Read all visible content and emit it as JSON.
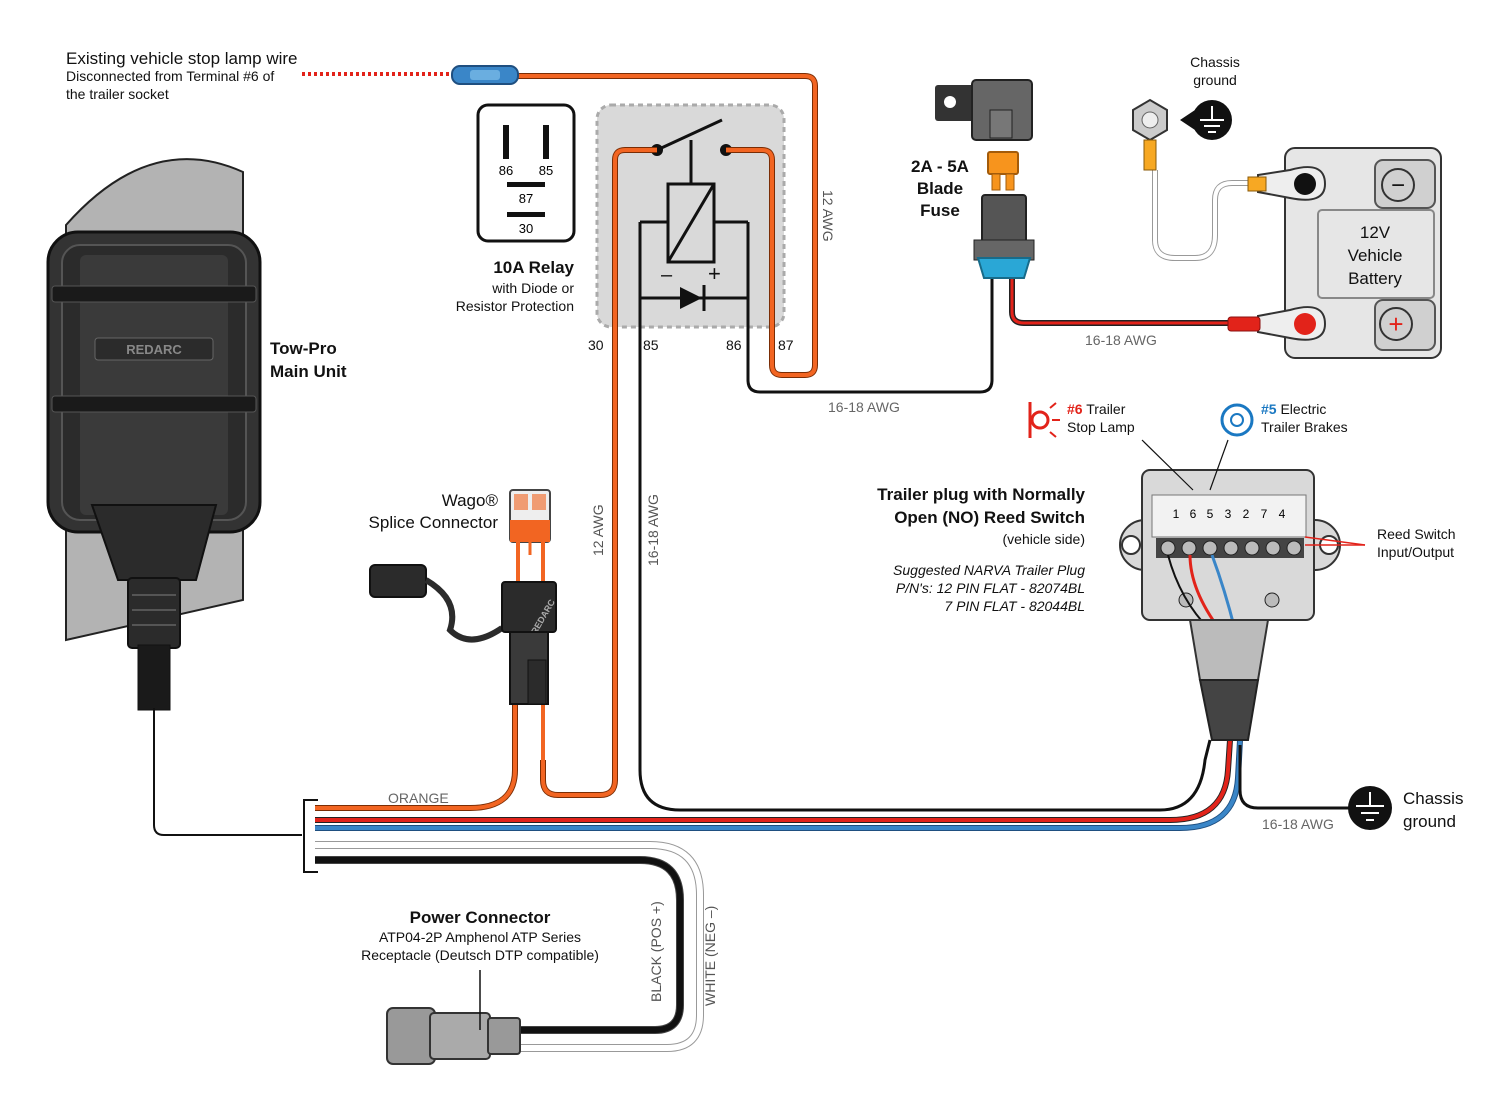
{
  "labels": {
    "stop_lamp_title": "Existing vehicle stop lamp wire",
    "stop_lamp_line1": "Disconnected from Terminal #6 of",
    "stop_lamp_line2": "the trailer socket",
    "chassis_ground_top_1": "Chassis",
    "chassis_ground_top_2": "ground",
    "fuse_1": "2A - 5A",
    "fuse_2": "Blade",
    "fuse_3": "Fuse",
    "battery_1": "12V",
    "battery_2": "Vehicle",
    "battery_3": "Battery",
    "relay_title": "10A Relay",
    "relay_sub1": "with Diode or",
    "relay_sub2": "Resistor Protection",
    "main_unit_1": "Tow-Pro",
    "main_unit_2": "Main Unit",
    "wago_1": "Wago®",
    "wago_2": "Splice Connector",
    "trailer_plug_1": "Trailer plug with Normally",
    "trailer_plug_2": "Open (NO) Reed Switch",
    "trailer_plug_3": "(vehicle side)",
    "narva_1": "Suggested NARVA Trailer Plug",
    "narva_2": "P/N's: 12 PIN FLAT - 82074BL",
    "narva_3": "7 PIN FLAT - 82044BL",
    "reed_1": "Reed Switch",
    "reed_2": "Input/Output",
    "stop_pin_num": "#6",
    "stop_pin_1": "Trailer",
    "stop_pin_2": "Stop Lamp",
    "brake_pin_num": "#5",
    "brake_pin_1": "Electric",
    "brake_pin_2": "Trailer Brakes",
    "chassis_ground_right_1": "Chassis",
    "chassis_ground_right_2": "ground",
    "power_conn_title": "Power Connector",
    "power_conn_1": "ATP04-2P Amphenol ATP Series",
    "power_conn_2": "Receptacle (Deutsch DTP compatible)",
    "wire_orange": "ORANGE",
    "wire_black": "BLACK (POS +)",
    "wire_white": "WHITE (NEG –)",
    "awg_12_a": "12 AWG",
    "awg_12_b": "12 AWG",
    "awg_16_a": "16-18 AWG",
    "awg_16_b": "16-18 AWG",
    "awg_16_c": "16-18 AWG",
    "awg_16_d": "16-18 AWG",
    "relay_pin_30": "30",
    "relay_pin_85": "85",
    "relay_pin_86": "86",
    "relay_pin_87": "87",
    "relay_sym_minus": "–",
    "relay_sym_plus": "+",
    "relay_legend_86": "86",
    "relay_legend_85": "85",
    "relay_legend_87": "87",
    "relay_legend_30": "30",
    "battery_minus": "−",
    "battery_plus": "+",
    "brand_unit": "REDARC",
    "brand_fuse_holder": "REDARC",
    "plug_pins": [
      "1",
      "6",
      "5",
      "3",
      "2",
      "7",
      "4"
    ]
  },
  "colors": {
    "orange": "#f26522",
    "red": "#e2231a",
    "blue": "#3a86c8",
    "black": "#111111",
    "white_wire": "#dddddd",
    "relay_bg": "#d9d9d9",
    "housing": "#2b2b2b"
  }
}
